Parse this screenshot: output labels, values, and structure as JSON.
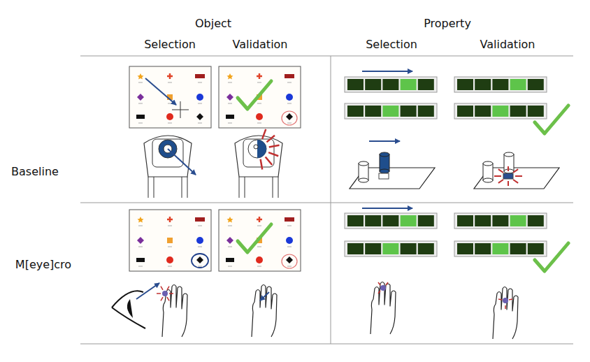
{
  "diagram": {
    "labels": [
      "Object",
      "Property",
      "Selection",
      "Validation",
      "Selection",
      "Validation",
      "Baseline",
      "M[eye]cro"
    ]
  }
}
